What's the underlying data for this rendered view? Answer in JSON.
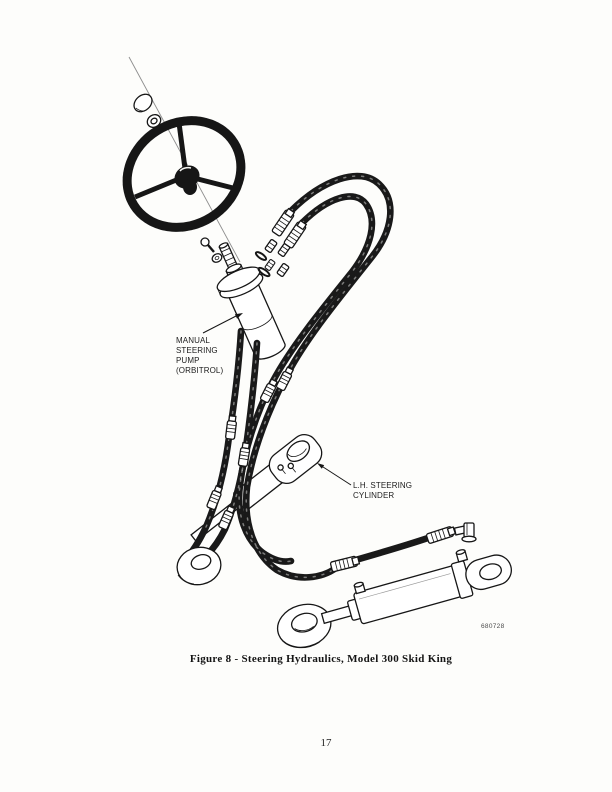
{
  "page": {
    "background": "#fdfdfb",
    "page_number": "17"
  },
  "figure": {
    "caption": "Figure 8 - Steering Hydraulics, Model 300 Skid King",
    "drawing_number": "680728",
    "ink_color": "#161616",
    "labels": {
      "pump": [
        "MANUAL",
        "STEERING",
        "PUMP",
        "(ORBITROL)"
      ],
      "lh_cylinder": [
        "L.H. STEERING",
        "CYLINDER"
      ]
    }
  }
}
